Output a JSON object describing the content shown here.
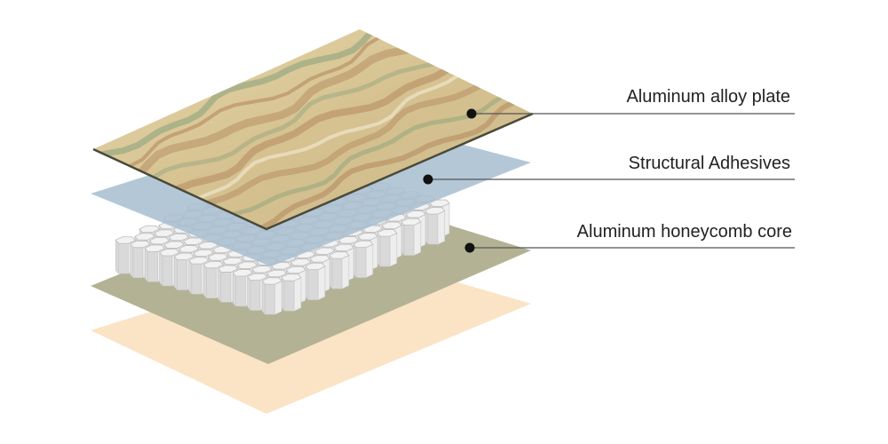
{
  "diagram": {
    "labels": {
      "plate": "Aluminum alloy plate",
      "adhesive": "Structural Adhesives",
      "core": "Aluminum honeycomb core"
    }
  },
  "colors": {
    "back_sheet": "#fbe3c5",
    "base_sheet": "#b3b294",
    "adhesive_sheet": "#a9bfd1",
    "honeycomb_top": "#f2f2f2",
    "honeycomb_left": "#d9d9d9",
    "honeycomb_right": "#ededed",
    "plate_base": "#d8c79c",
    "plate_vein_green": "#86a07a",
    "plate_vein_brown": "#b0845a",
    "leader": "#555555",
    "dot": "#111111"
  }
}
